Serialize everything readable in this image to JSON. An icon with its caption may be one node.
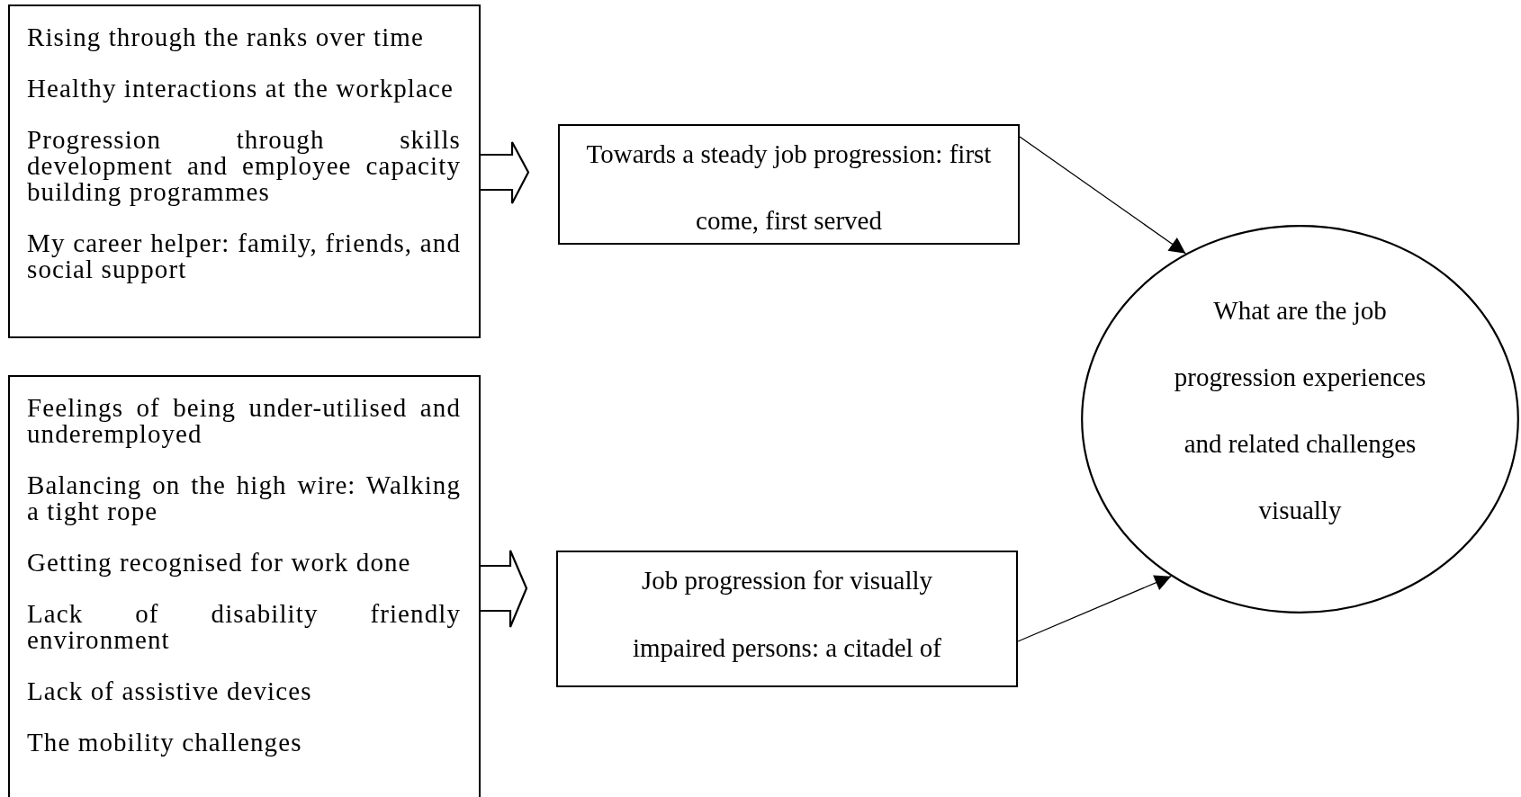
{
  "diagram": {
    "nodes": [
      {
        "text": [
          "Rising through the ranks over time",
          "Healthy interactions at the workplace",
          "Progression through skills development and employee capacity building programmes",
          "My career helper: family, friends, and social support"
        ]
      },
      {
        "text": [
          "Towards a steady job progression: first come, first served"
        ]
      },
      {
        "text": [
          "Feelings of being under-utilised and underemployed",
          "Balancing on the high wire: Walking a tight rope",
          "Getting recognised for work done",
          "Lack of disability friendly environment",
          "Lack of assistive devices",
          "The mobility challenges"
        ]
      },
      {
        "text": [
          "Job progression for visually impaired persons: a citadel of"
        ]
      },
      {
        "text": [
          "What are the job progression experiences and related challenges visually"
        ]
      }
    ],
    "edges": [
      {
        "from": 0,
        "to": 1,
        "arrow": "to",
        "style": "thick"
      },
      {
        "from": 2,
        "to": 3,
        "arrow": "to",
        "style": "thick"
      },
      {
        "from": 1,
        "to": 4,
        "arrow": "to"
      },
      {
        "from": 3,
        "to": 4,
        "arrow": "to"
      }
    ]
  }
}
